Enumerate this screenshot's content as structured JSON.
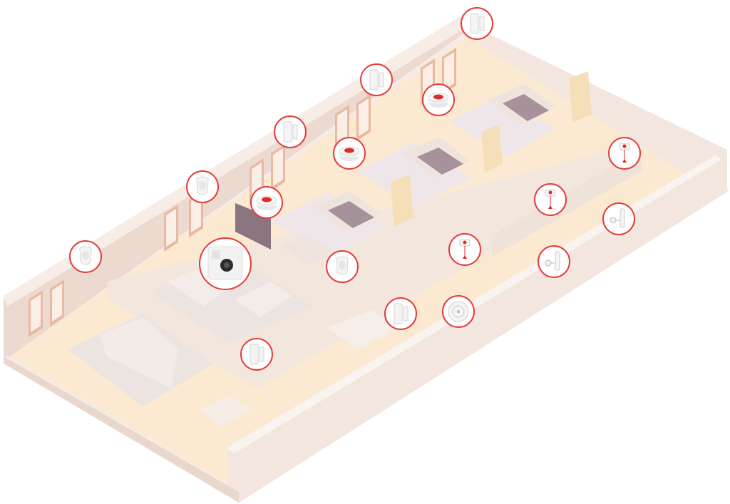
{
  "illustration": {
    "colors": {
      "floor": "#fbe9d2",
      "floor_light": "#fdf3e6",
      "wall_top": "#f7ede6",
      "wall_inner": "#ecd9cf",
      "wall_outer": "#f3e6df",
      "furniture": "#efe3dd",
      "dark_furniture": "#8a7480",
      "window": "#e9b9a2",
      "device_ring": "#e53a3a",
      "device_red": "#e12a2a",
      "device_body": "#f4f4f4"
    },
    "devices": [
      {
        "type": "motion-sensor"
      },
      {
        "type": "motion-sensor"
      },
      {
        "type": "door-sensor"
      },
      {
        "type": "door-sensor"
      },
      {
        "type": "door-sensor"
      },
      {
        "type": "emergency-button"
      },
      {
        "type": "emergency-button"
      },
      {
        "type": "emergency-button"
      },
      {
        "type": "hub"
      },
      {
        "type": "motion-sensor"
      },
      {
        "type": "door-sensor"
      },
      {
        "type": "door-sensor"
      },
      {
        "type": "smoke-detector"
      },
      {
        "type": "pull-cord"
      },
      {
        "type": "pull-cord"
      },
      {
        "type": "pull-cord"
      },
      {
        "type": "flood-sensor"
      },
      {
        "type": "flood-sensor"
      }
    ]
  }
}
